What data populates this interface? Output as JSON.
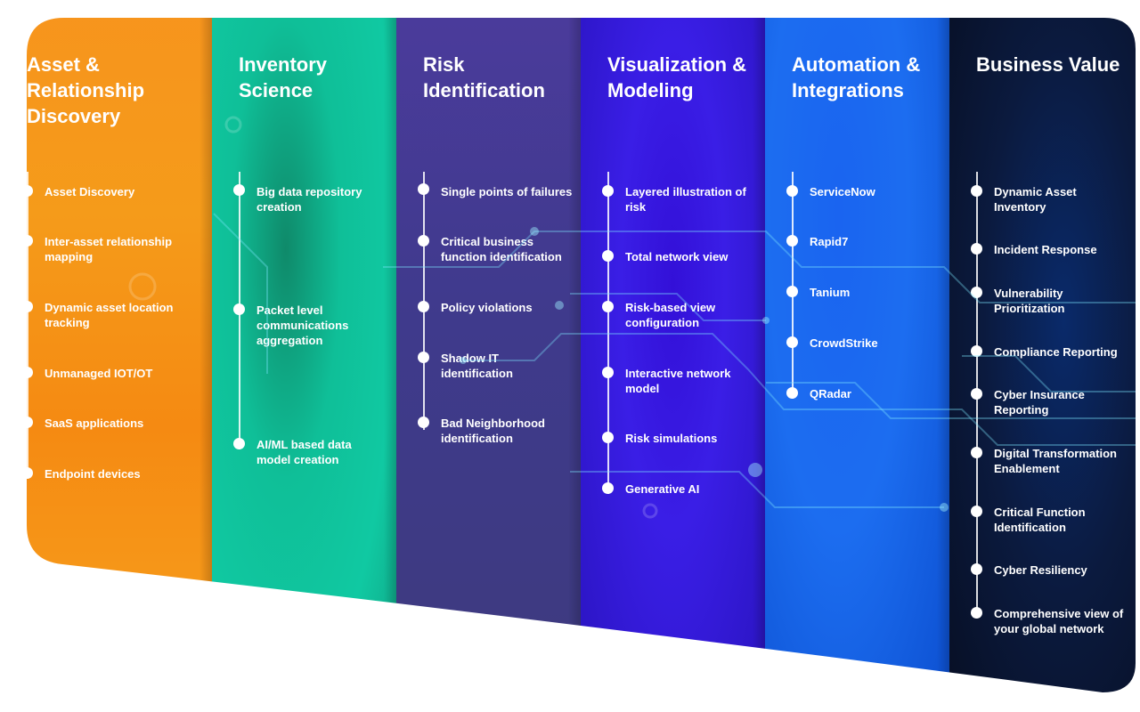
{
  "columns": [
    {
      "title": "Asset &\nRelationship\nDiscovery",
      "items": [
        "Asset Discovery",
        "Inter-asset relationship\nmapping",
        "Dynamic asset location\ntracking",
        "Unmanaged IOT/OT",
        "SaaS applications",
        "Endpoint devices"
      ]
    },
    {
      "title": "Inventory\nScience",
      "items": [
        "Big data repository\ncreation",
        "Packet level\ncommunications\naggregation",
        "AI/ML based data\nmodel creation"
      ]
    },
    {
      "title": "Risk\nIdentification",
      "items": [
        "Single points of failures",
        "Critical business\nfunction identification",
        "Policy violations",
        "Shadow IT\nidentification",
        "Bad Neighborhood\nidentification"
      ]
    },
    {
      "title": "Visualization &\nModeling",
      "items": [
        "Layered illustration of\nrisk",
        "Total network view",
        "Risk-based view\nconfiguration",
        "Interactive network\nmodel",
        "Risk simulations",
        "Generative AI"
      ]
    },
    {
      "title": "Automation &\nIntegrations",
      "items": [
        "ServiceNow",
        "Rapid7",
        "Tanium",
        "CrowdStrike",
        "QRadar"
      ]
    },
    {
      "title": "Business Value",
      "items": [
        "Dynamic Asset\nInventory",
        "Incident Response",
        "Vulnerability\nPrioritization",
        "Compliance Reporting",
        "Cyber Insurance\nReporting",
        "Digital Transformation\nEnablement",
        "Critical Function\nIdentification",
        "Cyber Resiliency",
        "Comprehensive view of\nyour global network"
      ]
    }
  ],
  "colors": {
    "asset_discovery": "#f7941d",
    "inventory_science": "#10c9a2",
    "risk_identification": "#3f3a8c",
    "visualization_modeling": "#3a1ee6",
    "automation_integrations": "#1c6df0",
    "business_value": "#0b1a3e",
    "circuit": "#5fd0ff"
  }
}
